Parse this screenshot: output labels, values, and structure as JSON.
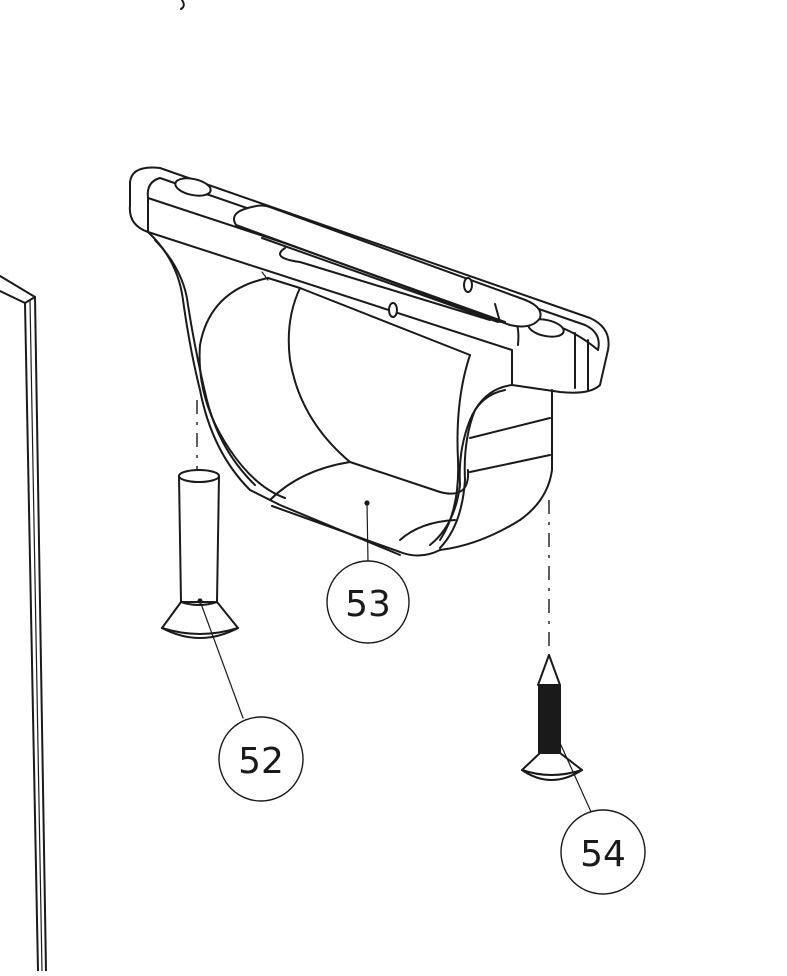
{
  "balloons": {
    "part_52": "52",
    "part_53": "53",
    "part_54": "54"
  }
}
